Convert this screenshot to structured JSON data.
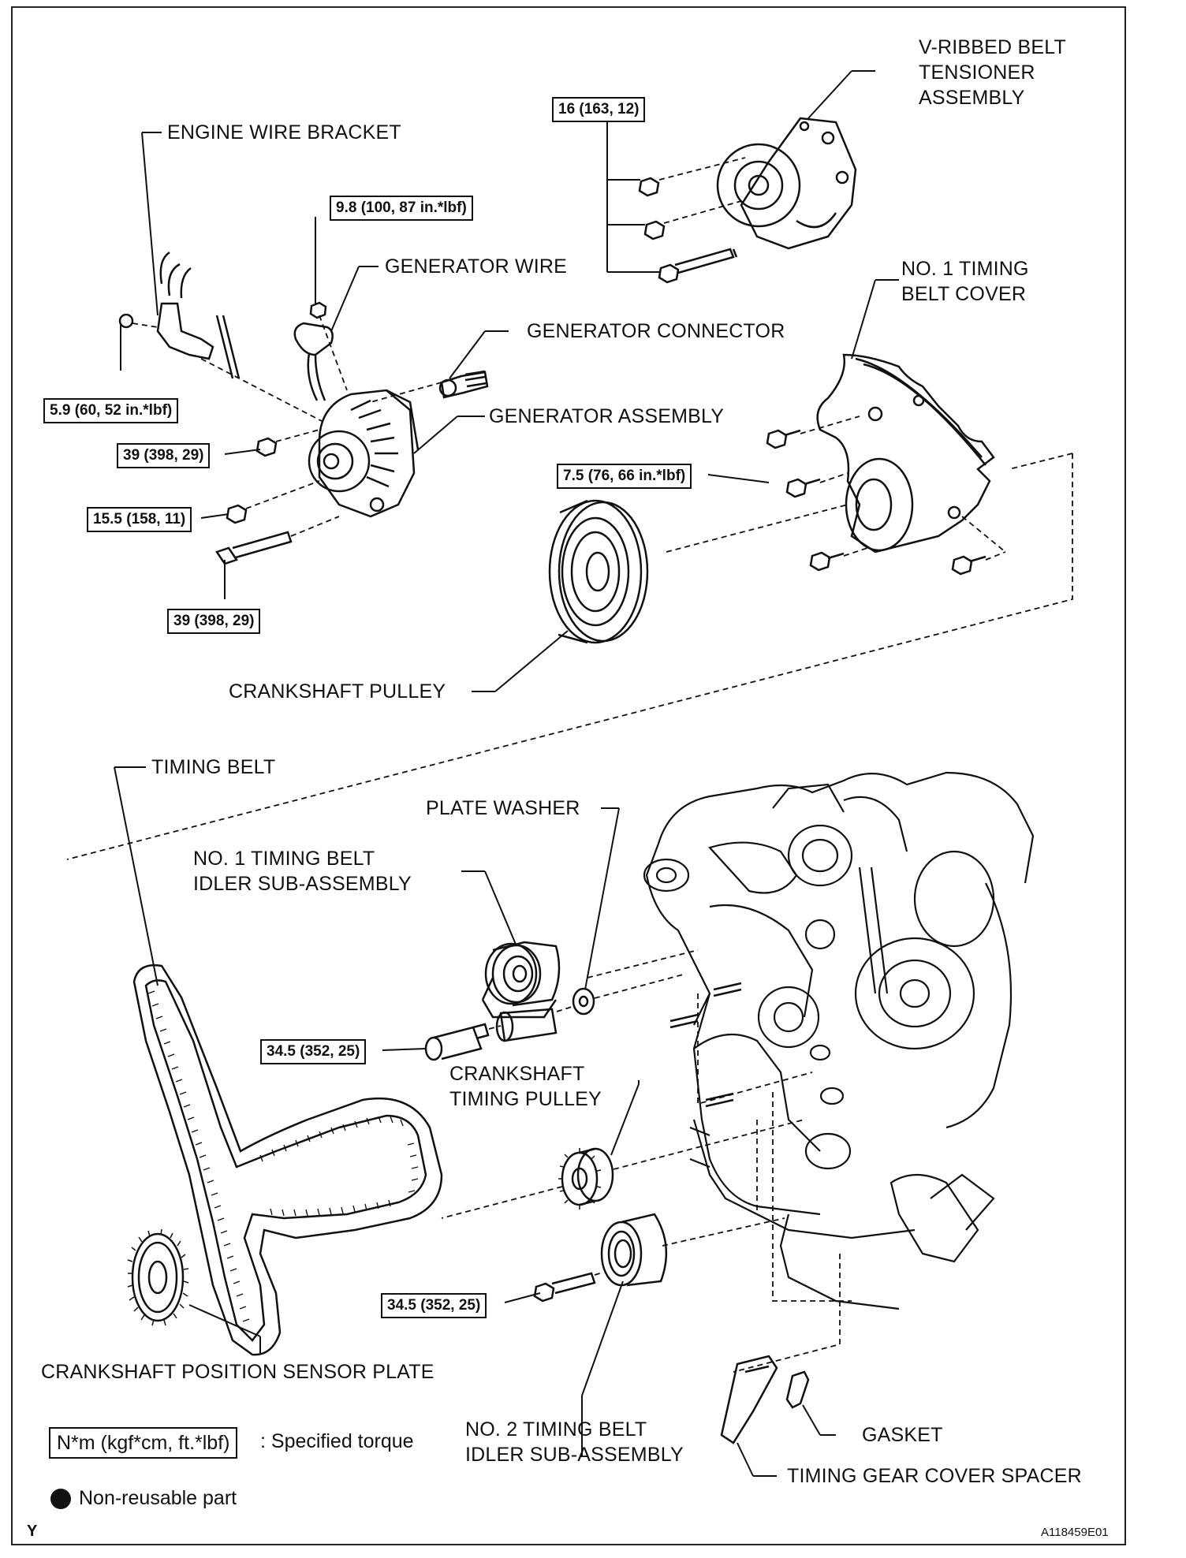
{
  "labels": {
    "v_ribbed_belt_tensioner": "V-RIBBED BELT\nTENSIONER\nASSEMBLY",
    "engine_wire_bracket": "ENGINE WIRE BRACKET",
    "generator_wire": "GENERATOR WIRE",
    "no1_timing_belt_cover": "NO. 1 TIMING\nBELT COVER",
    "generator_connector": "GENERATOR CONNECTOR",
    "generator_assembly": "GENERATOR ASSEMBLY",
    "crankshaft_pulley": "CRANKSHAFT PULLEY",
    "timing_belt": "TIMING BELT",
    "plate_washer": "PLATE WASHER",
    "no1_idler": "NO. 1 TIMING BELT\nIDLER SUB-ASSEMBLY",
    "crankshaft_timing_pulley": "CRANKSHAFT\nTIMING PULLEY",
    "crank_position_sensor_plate": "CRANKSHAFT POSITION SENSOR PLATE",
    "no2_idler": "NO. 2 TIMING BELT\nIDLER SUB-ASSEMBLY",
    "gasket": "GASKET",
    "timing_gear_cover_spacer": "TIMING GEAR COVER SPACER"
  },
  "torques": {
    "tensioner": "16 (163, 12)",
    "generator_wire_nut": "9.8 (100, 87 in.*lbf)",
    "bracket_bolt": "5.9 (60, 52 in.*lbf)",
    "generator_nut": "39 (398, 29)",
    "generator_nut2": "15.5 (158, 11)",
    "generator_bolt": "39 (398, 29)",
    "cover_bolt": "7.5 (76, 66 in.*lbf)",
    "idler1": "34.5 (352, 25)",
    "idler2": "34.5 (352, 25)"
  },
  "legend": {
    "torque_box": "N*m (kgf*cm, ft.*lbf)",
    "torque_text": ": Specified torque",
    "nonreusable": "Non-reusable part"
  },
  "footer": {
    "left": "Y",
    "right": "A118459E01"
  }
}
